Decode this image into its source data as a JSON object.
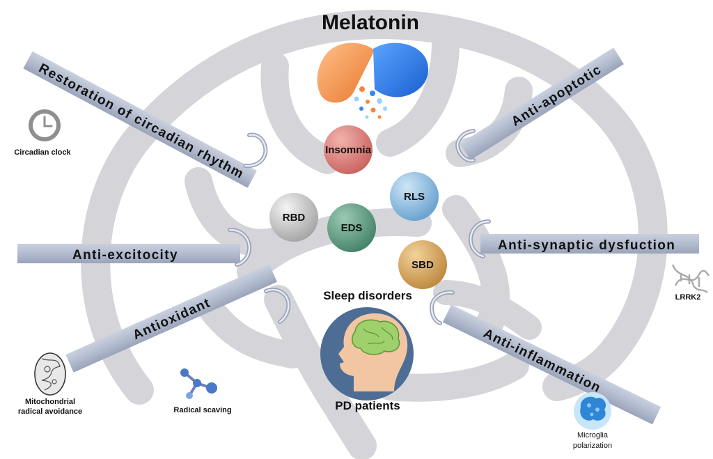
{
  "title": "Melatonin",
  "center": {
    "sleep_label": "Sleep disorders",
    "patients_label": "PD patients",
    "disorders": [
      "Insomnia",
      "RLS",
      "RBD",
      "EDS",
      "SBD"
    ]
  },
  "mechanisms": {
    "circadian": "Restoration of circadian rhythm",
    "apoptotic": "Anti-apoptotic",
    "excitocity": "Anti-excitocity",
    "synaptic": "Anti-synaptic dysfuction",
    "antioxidant": "Antioxidant",
    "inflammation": "Anti-inflammation"
  },
  "icon_labels": {
    "clock": "Circadian clock",
    "lrrk2": "LRRK2",
    "mito_line1": "Mitochondrial",
    "mito_line2": "radical avoidance",
    "radical": "Radical scaving",
    "microglia_line1": "Microglia",
    "microglia_line2": "polarization"
  },
  "colors": {
    "bar": "#b4bdd0",
    "brain_outline": "#d3d3d7",
    "insomnia": "#d0706e",
    "rls": "#6ea7d4",
    "rbd": "#b8b8b8",
    "eds": "#4e9277",
    "sbd": "#c9964c",
    "capsule_orange": "#f59a55",
    "capsule_blue": "#2f7be8"
  }
}
